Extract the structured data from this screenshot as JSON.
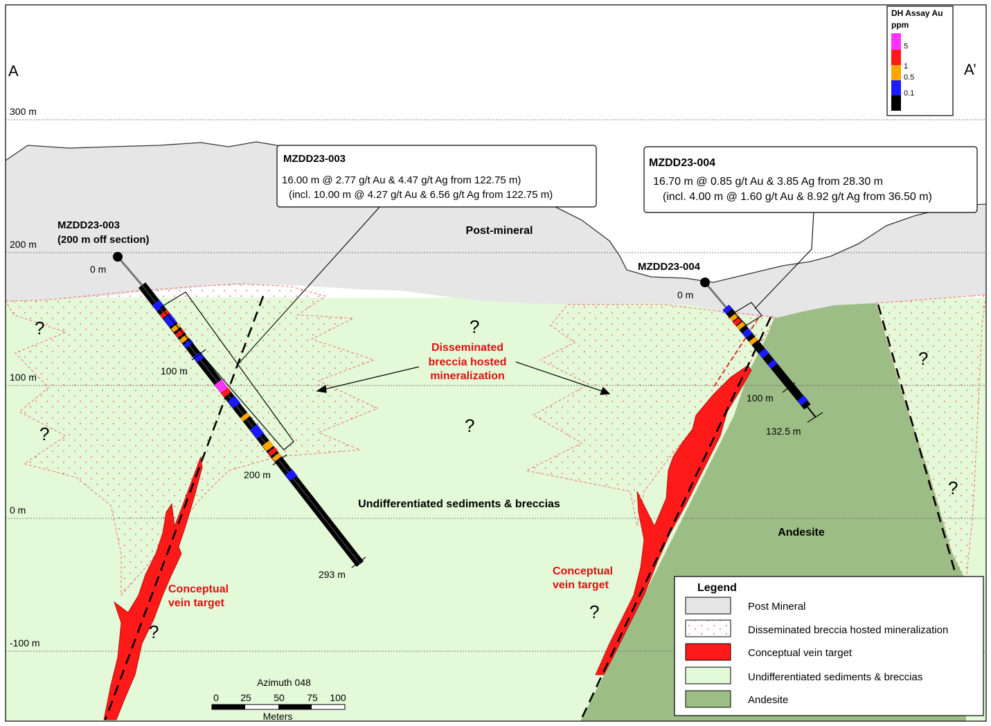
{
  "section": {
    "label_start": "A",
    "label_end": "A’"
  },
  "elevations": [
    "300 m",
    "200 m",
    "100 m",
    "0 m",
    "-100 m"
  ],
  "units": {
    "post_mineral": "Post-mineral",
    "sediments": "Undifferentiated sediments & breccias",
    "andesite": "Andesite",
    "disseminated": [
      "Disseminated",
      "breccia hosted",
      "mineralization"
    ],
    "vein_left": [
      "Conceptual",
      "vein target"
    ],
    "vein_right": [
      "Conceptual",
      "vein target"
    ],
    "unknown": "?"
  },
  "holes": {
    "h003": {
      "name": "MZDD23-003",
      "off_section": "(200 m off section)",
      "collar_depth": "0 m",
      "depth_100": "100 m",
      "depth_200": "200 m",
      "eoh": "293 m",
      "callout_title": "MZDD23-003",
      "callout_line1": "16.00 m @ 2.77 g/t Au & 4.47 g/t Ag from 122.75 m)",
      "callout_line2": "(incl. 10.00 m @ 4.27 g/t Au & 6.56 g/t Ag from 122.75 m)"
    },
    "h004": {
      "name": "MZDD23-004",
      "collar_depth": "0 m",
      "depth_100": "100 m",
      "eoh": "132.5 m",
      "callout_title": "MZDD23-004",
      "callout_line1": "16.70 m @ 0.85 g/t Au & 3.85 Ag from 28.30 m",
      "callout_line2": "(incl. 4.00 m @ 1.60 g/t Au & 8.92 g/t Ag from 36.50 m)"
    }
  },
  "assay_scale": {
    "title_line1": "DH Assay Au",
    "title_line2": "ppm",
    "ticks": [
      "5",
      "1",
      "0.5",
      "0.1"
    ],
    "colors": [
      "#ff33ff",
      "#ff1a1a",
      "#ffa500",
      "#1a1aff",
      "#000000"
    ]
  },
  "scale_bar": {
    "azimuth": "Azimuth 048",
    "ticks": [
      "0",
      "25",
      "50",
      "75",
      "100"
    ],
    "unit": "Meters"
  },
  "legend": {
    "title": "Legend",
    "items": [
      {
        "label": "Post Mineral",
        "color": "#e6e6e6"
      },
      {
        "label": "Disseminated breccia hosted mineralization",
        "color": "#ffffff"
      },
      {
        "label": "Conceptual vein target",
        "color": "#ff1a1a"
      },
      {
        "label": "Undifferentiated sediments & breccias",
        "color": "#e3f9d8"
      },
      {
        "label": "Andesite",
        "color": "#9dbd86"
      }
    ]
  }
}
